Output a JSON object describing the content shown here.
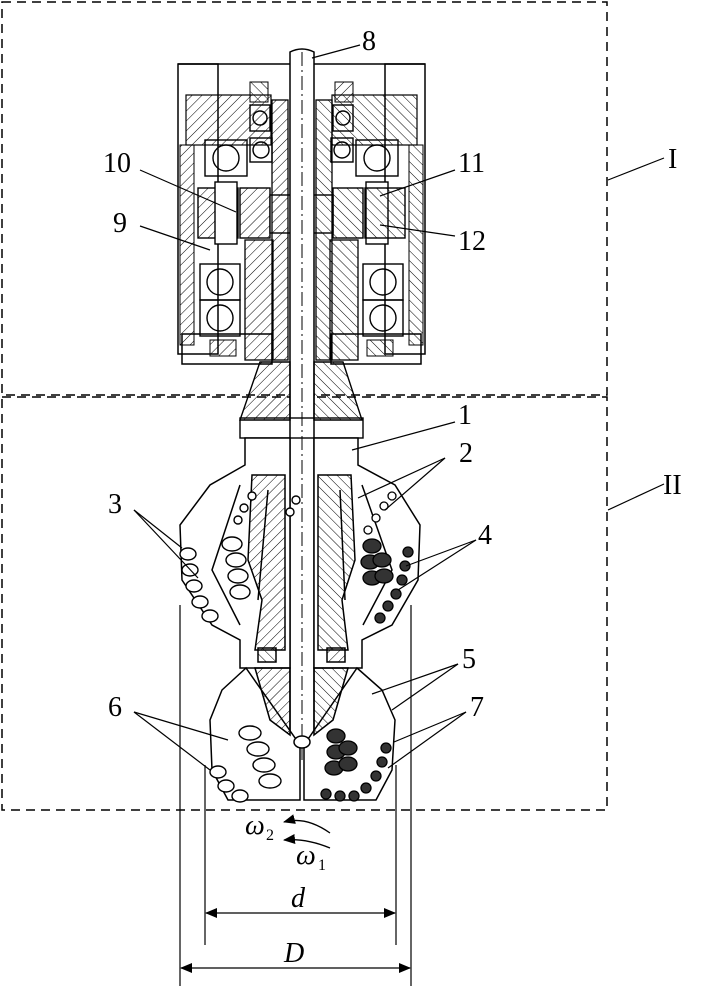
{
  "labels": {
    "l1": "1",
    "l2": "2",
    "l3": "3",
    "l4": "4",
    "l5": "5",
    "l6": "6",
    "l7": "7",
    "l8": "8",
    "l9": "9",
    "l10": "10",
    "l11": "11",
    "l12": "12",
    "sec_I": "I",
    "sec_II": "II"
  },
  "symbols": {
    "omega2": "ω",
    "omega2_sub": "2",
    "omega1": "ω",
    "omega1_sub": "1"
  },
  "dimensions": {
    "inner": "d",
    "outer": "D"
  },
  "colors": {
    "line": "#000000",
    "background": "#ffffff"
  }
}
